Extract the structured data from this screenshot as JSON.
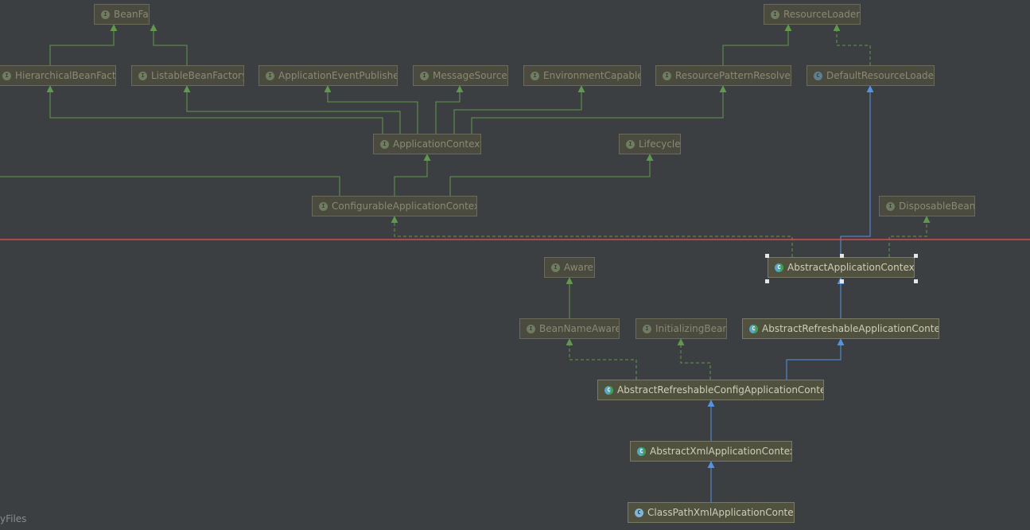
{
  "nodes": [
    {
      "id": "BeanFactory",
      "label": "BeanFactory",
      "kind": "interface",
      "active": false
    },
    {
      "id": "ResourceLoader",
      "label": "ResourceLoader",
      "kind": "interface",
      "active": false
    },
    {
      "id": "HierarchicalBeanFactory",
      "label": "HierarchicalBeanFactory",
      "kind": "interface",
      "active": false
    },
    {
      "id": "ListableBeanFactory",
      "label": "ListableBeanFactory",
      "kind": "interface",
      "active": false
    },
    {
      "id": "ApplicationEventPublisher",
      "label": "ApplicationEventPublisher",
      "kind": "interface",
      "active": false
    },
    {
      "id": "MessageSource",
      "label": "MessageSource",
      "kind": "interface",
      "active": false
    },
    {
      "id": "EnvironmentCapable",
      "label": "EnvironmentCapable",
      "kind": "interface",
      "active": false
    },
    {
      "id": "ResourcePatternResolver",
      "label": "ResourcePatternResolver",
      "kind": "interface",
      "active": false
    },
    {
      "id": "DefaultResourceLoader",
      "label": "DefaultResourceLoader",
      "kind": "class",
      "active": false
    },
    {
      "id": "ApplicationContext",
      "label": "ApplicationContext",
      "kind": "interface",
      "active": false
    },
    {
      "id": "Lifecycle",
      "label": "Lifecycle",
      "kind": "interface",
      "active": false
    },
    {
      "id": "ConfigurableApplicationContext",
      "label": "ConfigurableApplicationContex",
      "kind": "interface",
      "active": false
    },
    {
      "id": "DisposableBean",
      "label": "DisposableBean",
      "kind": "interface",
      "active": false
    },
    {
      "id": "AbstractApplicationContext",
      "label": "AbstractApplicationContext",
      "kind": "abstract",
      "active": true,
      "selected": true
    },
    {
      "id": "Aware",
      "label": "Aware",
      "kind": "interface",
      "active": false
    },
    {
      "id": "BeanNameAware",
      "label": "BeanNameAware",
      "kind": "interface",
      "active": false
    },
    {
      "id": "InitializingBean",
      "label": "InitializingBean",
      "kind": "interface",
      "active": false
    },
    {
      "id": "AbstractRefreshableApplicationContext",
      "label": "AbstractRefreshableApplicationContex",
      "kind": "abstract",
      "active": true
    },
    {
      "id": "AbstractRefreshableConfigApplicationContext",
      "label": "AbstractRefreshableConfigApplicationContex",
      "kind": "abstract",
      "active": true
    },
    {
      "id": "AbstractXmlApplicationContext",
      "label": "AbstractXmlApplicationContex",
      "kind": "abstract",
      "active": true
    },
    {
      "id": "ClassPathXmlApplicationContext",
      "label": "ClassPathXmlApplicationContex",
      "kind": "class",
      "active": true
    }
  ],
  "edges": [
    {
      "from": "HierarchicalBeanFactory",
      "to": "BeanFactory",
      "type": "extends"
    },
    {
      "from": "ListableBeanFactory",
      "to": "BeanFactory",
      "type": "extends"
    },
    {
      "from": "ResourcePatternResolver",
      "to": "ResourceLoader",
      "type": "extends"
    },
    {
      "from": "DefaultResourceLoader",
      "to": "ResourceLoader",
      "type": "implements"
    },
    {
      "from": "ApplicationContext",
      "to": "HierarchicalBeanFactory",
      "type": "extends"
    },
    {
      "from": "ApplicationContext",
      "to": "ListableBeanFactory",
      "type": "extends"
    },
    {
      "from": "ApplicationContext",
      "to": "ApplicationEventPublisher",
      "type": "extends"
    },
    {
      "from": "ApplicationContext",
      "to": "MessageSource",
      "type": "extends"
    },
    {
      "from": "ApplicationContext",
      "to": "EnvironmentCapable",
      "type": "extends"
    },
    {
      "from": "ApplicationContext",
      "to": "ResourcePatternResolver",
      "type": "extends"
    },
    {
      "from": "ConfigurableApplicationContext",
      "to": "ApplicationContext",
      "type": "extends"
    },
    {
      "from": "ConfigurableApplicationContext",
      "to": "Lifecycle",
      "type": "extends"
    },
    {
      "from": "AbstractApplicationContext",
      "to": "ConfigurableApplicationContext",
      "type": "implements"
    },
    {
      "from": "AbstractApplicationContext",
      "to": "DisposableBean",
      "type": "implements"
    },
    {
      "from": "AbstractApplicationContext",
      "to": "DefaultResourceLoader",
      "type": "class-extends"
    },
    {
      "from": "BeanNameAware",
      "to": "Aware",
      "type": "extends"
    },
    {
      "from": "AbstractRefreshableApplicationContext",
      "to": "AbstractApplicationContext",
      "type": "class-extends"
    },
    {
      "from": "AbstractRefreshableConfigApplicationContext",
      "to": "AbstractRefreshableApplicationContext",
      "type": "class-extends"
    },
    {
      "from": "AbstractRefreshableConfigApplicationContext",
      "to": "BeanNameAware",
      "type": "implements"
    },
    {
      "from": "AbstractRefreshableConfigApplicationContext",
      "to": "InitializingBean",
      "type": "implements"
    },
    {
      "from": "AbstractXmlApplicationContext",
      "to": "AbstractRefreshableConfigApplicationContext",
      "type": "class-extends"
    },
    {
      "from": "ClassPathXmlApplicationContext",
      "to": "AbstractXmlApplicationContext",
      "type": "class-extends"
    }
  ],
  "colors": {
    "background": "#3c3f41",
    "extends_arrow": "#5f9a4a",
    "class_extends_arrow": "#5294e2",
    "separator": "#d84a4a"
  },
  "badge_letters": {
    "interface": "I",
    "class": "C",
    "abstract": "C"
  },
  "footer": {
    "text": "yFiles"
  }
}
